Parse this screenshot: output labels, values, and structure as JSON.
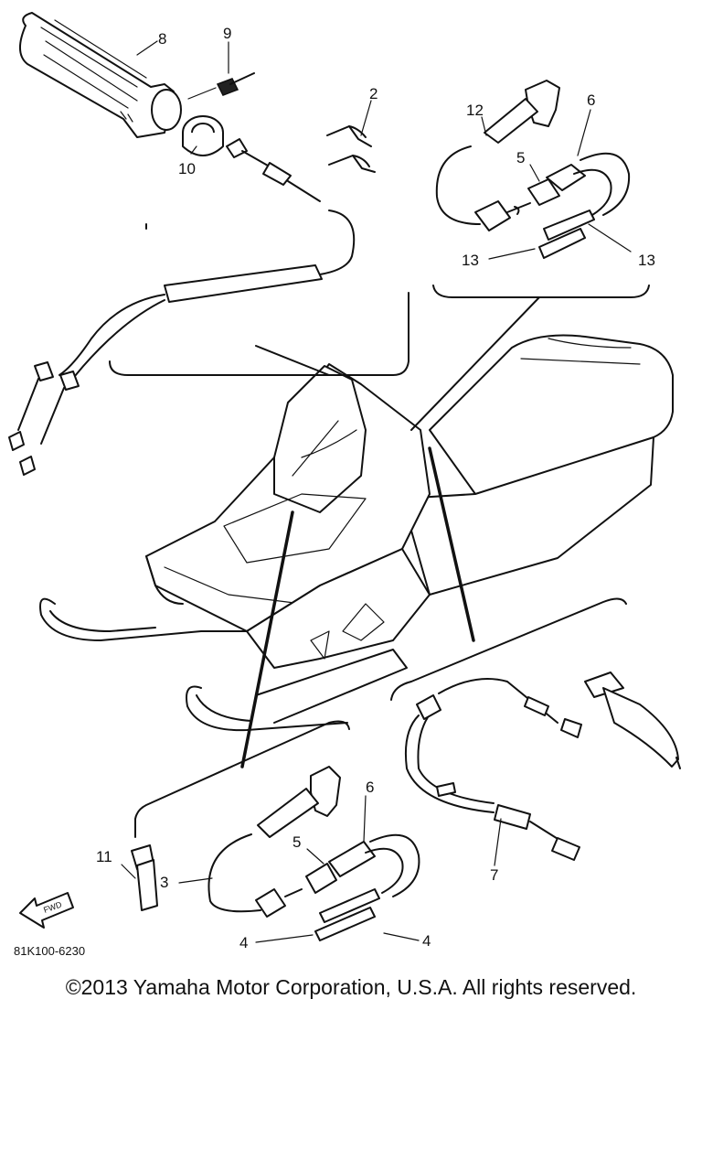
{
  "callouts": {
    "c1": "8",
    "c2": "9",
    "c3": "2",
    "c4": "10",
    "c5": "12",
    "c6": "6",
    "c7": "5",
    "c8": "13",
    "c9": "13",
    "c10": "6",
    "c11": "5",
    "c12": "11",
    "c13": "3",
    "c14": "4",
    "c15": "4",
    "c16": "7"
  },
  "diagram_code": "81K100-6230",
  "fwd_label": "FWD",
  "copyright": "©2013 Yamaha Motor Corporation, U.S.A. All rights reserved."
}
